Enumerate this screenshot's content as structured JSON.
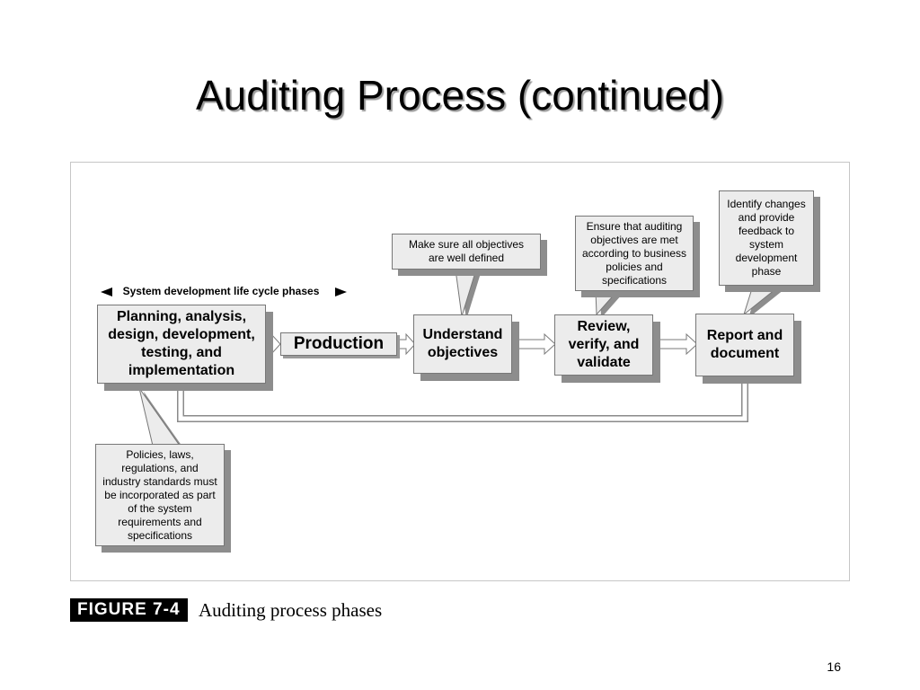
{
  "slide": {
    "title": "Auditing Process (continued)",
    "page_number": "16"
  },
  "figure": {
    "label": "FIGURE 7-4",
    "caption": "Auditing process phases"
  },
  "diagram": {
    "sdlc_label": "System development life cycle phases",
    "nodes": {
      "planning": "Planning, analysis,\ndesign, development,\ntesting, and\nimplementation",
      "production": "Production",
      "understand": "Understand\nobjectives",
      "review": "Review,\nverify, and\nvalidate",
      "report": "Report and\ndocument"
    },
    "callouts": {
      "objectives": "Make sure all objectives\nare well defined",
      "auditing": "Ensure that auditing\nobjectives are met\naccording to business\npolicies and\nspecifications",
      "feedback": "Identify changes\nand provide\nfeedback to\nsystem\ndevelopment\nphase",
      "policies": "Policies, laws,\nregulations, and\nindustry standards must\nbe incorporated as part\nof the system\nrequirements and\nspecifications"
    },
    "colors": {
      "box_fill": "#ececec",
      "shadow": "#8d8d8d",
      "border": "#777777"
    }
  }
}
